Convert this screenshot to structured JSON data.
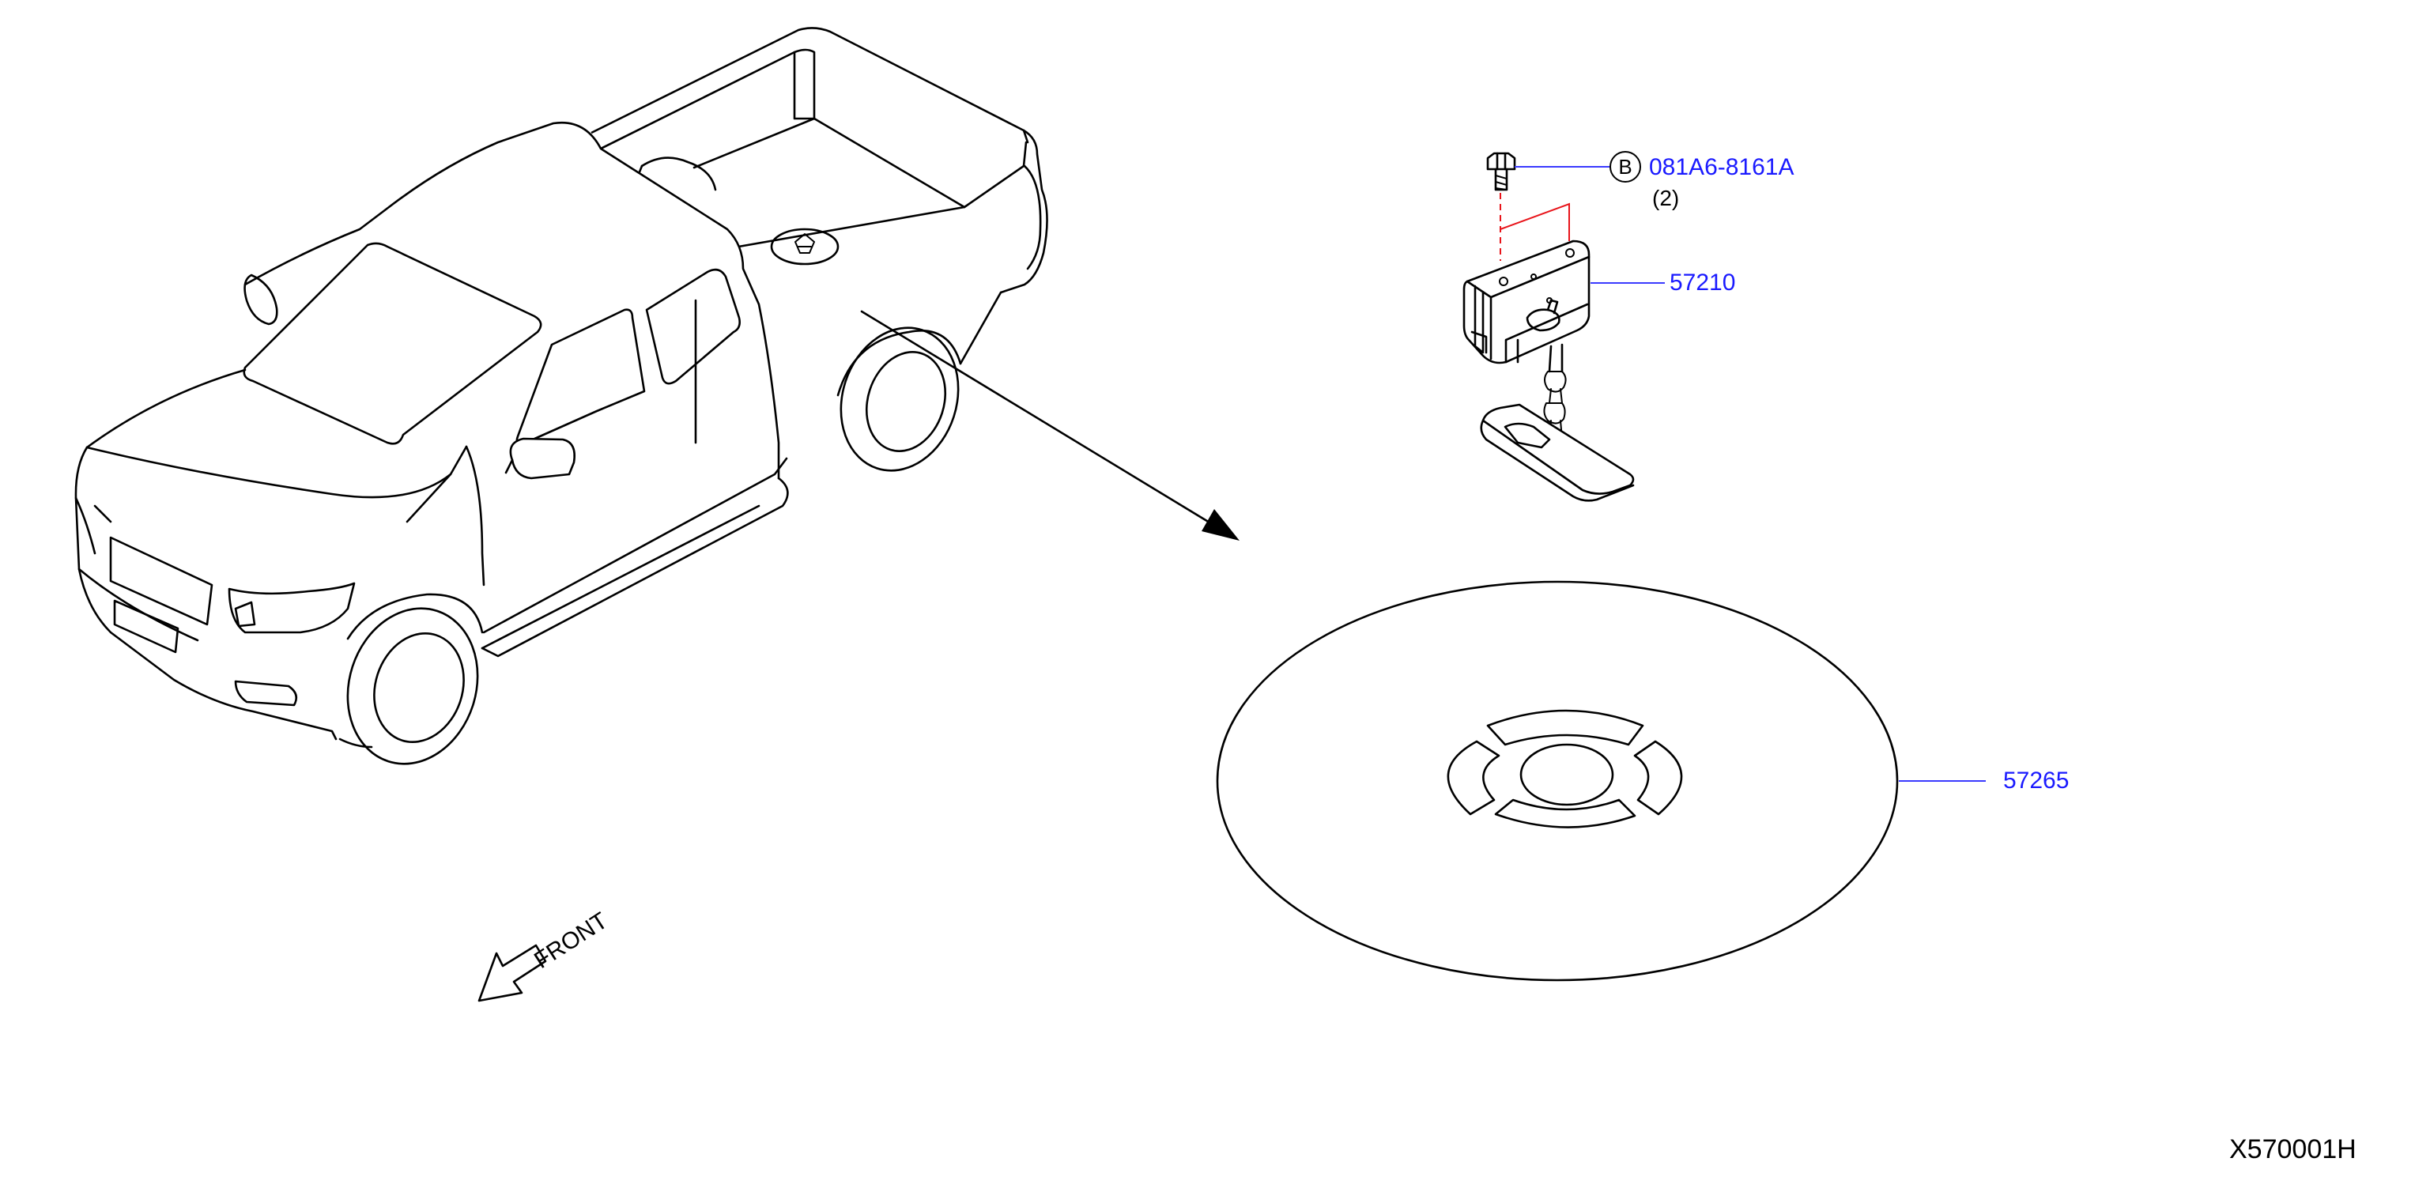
{
  "diagram": {
    "figure_code": "X570001H",
    "direction_label": "FRONT",
    "parts": [
      {
        "number": "081A6-8161A",
        "quantity": "(2)",
        "bubble": "B"
      },
      {
        "number": "57210"
      },
      {
        "number": "57265"
      }
    ],
    "colors": {
      "callout_text": "#1a1aff",
      "leader_line": "#3a3aff",
      "hidden_line": "#e8141a",
      "line_art": "#000000"
    }
  }
}
